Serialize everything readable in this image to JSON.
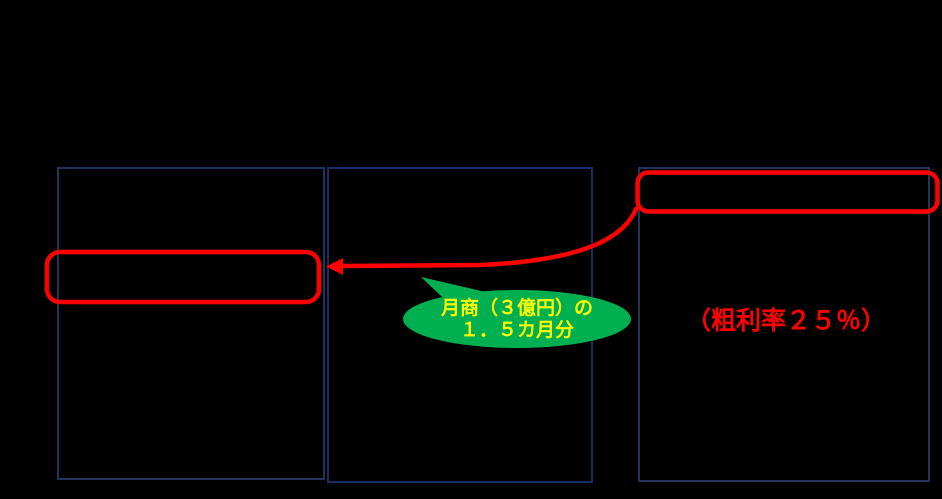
{
  "slide": {
    "background_color": "#000000",
    "box_border_color": "#22345B",
    "middle_box_border_color": "#1D2B66"
  },
  "highlight": {
    "color": "#FF0000"
  },
  "arrow": {
    "color": "#FF0000"
  },
  "callout": {
    "fill_color": "#00B050",
    "text_color": "#FFFF00",
    "line1": "月商（３億円）の",
    "line2": "１．５カ月分"
  },
  "labels": {
    "gross_margin": {
      "text": "（粗利率２５％）",
      "color": "#FF0000"
    }
  }
}
